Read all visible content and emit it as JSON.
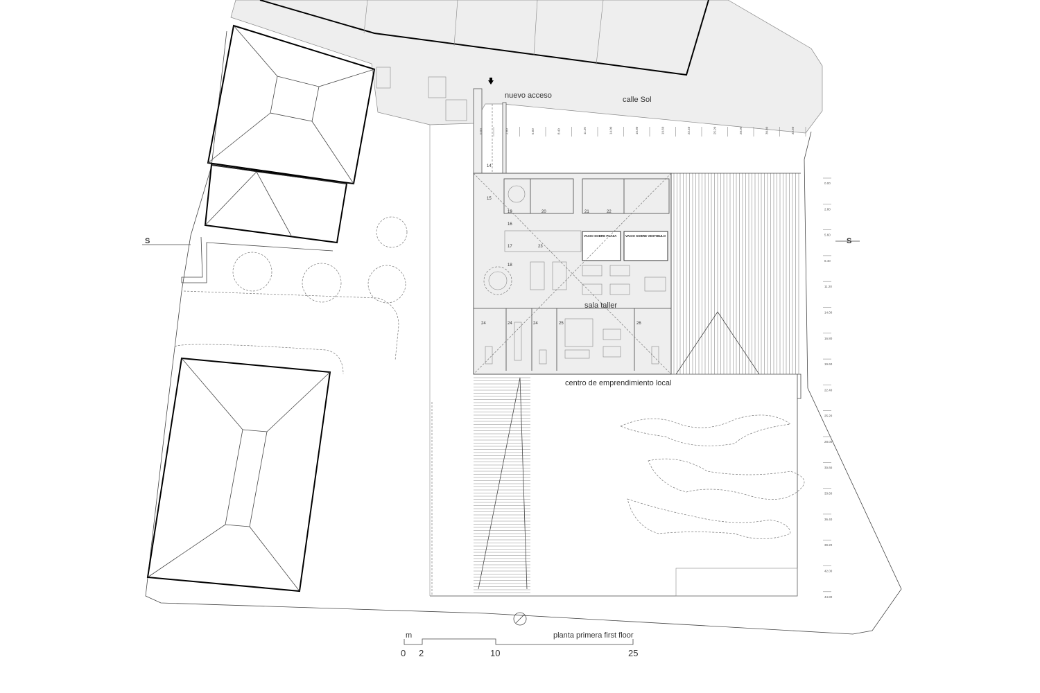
{
  "labels": {
    "new_access": "nuevo acceso",
    "street": "calle Sol",
    "workshop": "sala taller",
    "center": "centro de emprendimiento local",
    "section_left": "S",
    "section_right": "S",
    "void_plaza": "VACIO SOBRE PLAZA",
    "void_lobby": "VACIO SOBRE VESTIBULO"
  },
  "rooms": [
    "14",
    "15",
    "16",
    "17",
    "18",
    "19",
    "20",
    "21",
    "22",
    "23",
    "24",
    "24",
    "24",
    "25",
    "26"
  ],
  "dimensions_top": [
    "0.00",
    "2.80",
    "5.60",
    "8.40",
    "11.20",
    "14.00",
    "16.80",
    "19.60",
    "22.40",
    "25.20",
    "28.00",
    "30.80",
    "33.60"
  ],
  "dimensions_right": [
    "0.00",
    "2.80",
    "5.60",
    "8.40",
    "11.20",
    "14.00",
    "16.80",
    "19.60",
    "22.40",
    "25.20",
    "28.00",
    "30.80",
    "33.60",
    "36.40",
    "39.20",
    "42.00",
    "44.80"
  ],
  "scale": {
    "unit": "m",
    "ticks": [
      "0",
      "2",
      "10",
      "25"
    ],
    "title": "planta primera first floor"
  }
}
